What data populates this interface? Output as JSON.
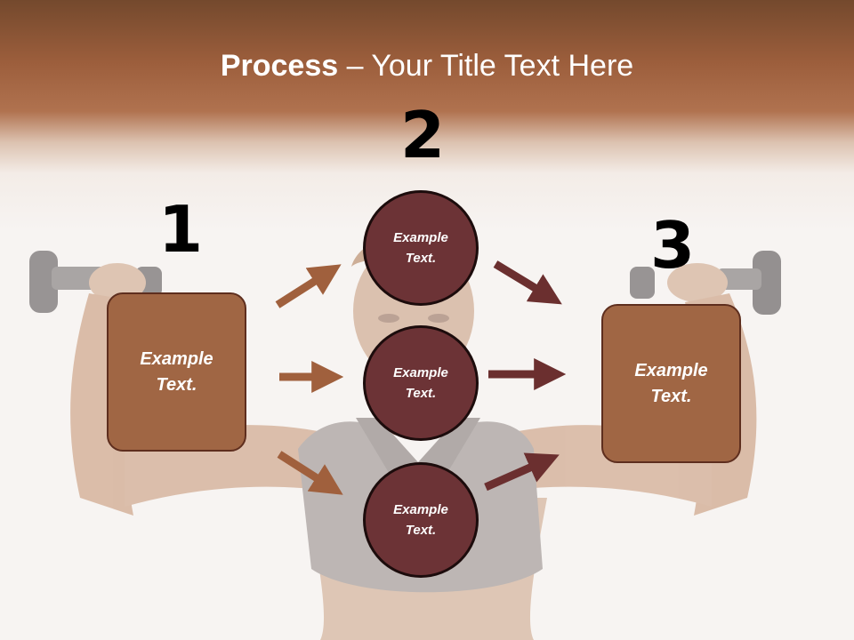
{
  "title": {
    "bold": "Process",
    "rest": " – Your Title Text Here"
  },
  "steps": [
    {
      "number": "1",
      "label": "Example\nText."
    },
    {
      "number": "2"
    },
    {
      "number": "3",
      "label": "Example\nText."
    }
  ],
  "circles": [
    {
      "label": "Example\nText."
    },
    {
      "label": "Example\nText."
    },
    {
      "label": "Example\nText."
    }
  ],
  "colors": {
    "header": "#9c5e3c",
    "box_fill": "#a06644",
    "circle_fill": "#6c3336",
    "arrow_light": "#a0603d",
    "arrow_dark": "#6b2f2f"
  }
}
